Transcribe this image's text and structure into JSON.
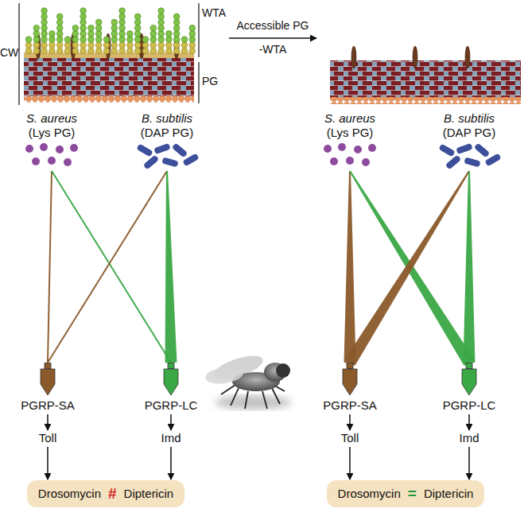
{
  "diagram": {
    "nodes": [
      {
        "text": [
          "S. aureus",
          "(Lys PG)"
        ]
      },
      {
        "text": [
          "B. subtilis",
          "(DAP PG)"
        ]
      },
      {
        "text": [
          "S. aureus",
          "(Lys PG)"
        ]
      },
      {
        "text": [
          "B. subtilis",
          "(DAP PG)"
        ]
      },
      {
        "text": [
          "PGRP-SA"
        ]
      },
      {
        "text": [
          "PGRP-LC"
        ]
      },
      {
        "text": [
          "PGRP-SA"
        ]
      },
      {
        "text": [
          "PGRP-LC"
        ]
      },
      {
        "text": [
          "Toll"
        ]
      },
      {
        "text": [
          "Imd"
        ]
      },
      {
        "text": [
          "Toll"
        ]
      },
      {
        "text": [
          "Imd"
        ]
      },
      {
        "text": [
          "Drosomycin",
          "#",
          "Diptericin"
        ]
      },
      {
        "text": [
          "Drosomycin",
          "=",
          "Diptericin"
        ]
      }
    ],
    "edges": [
      {
        "from": 0,
        "to": 4,
        "arrow": "none"
      },
      {
        "from": 0,
        "to": 5,
        "arrow": "none"
      },
      {
        "from": 1,
        "to": 4,
        "arrow": "none"
      },
      {
        "from": 1,
        "to": 5,
        "arrow": "none"
      },
      {
        "from": 2,
        "to": 6,
        "arrow": "none"
      },
      {
        "from": 2,
        "to": 7,
        "arrow": "none"
      },
      {
        "from": 3,
        "to": 6,
        "arrow": "none"
      },
      {
        "from": 3,
        "to": 7,
        "arrow": "none"
      },
      {
        "from": 4,
        "to": 8,
        "arrow": "to"
      },
      {
        "from": 5,
        "to": 9,
        "arrow": "to"
      },
      {
        "from": 6,
        "to": 10,
        "arrow": "to"
      },
      {
        "from": 7,
        "to": 11,
        "arrow": "to"
      },
      {
        "from": 8,
        "to": 12,
        "arrow": "to"
      },
      {
        "from": 9,
        "to": 12,
        "arrow": "to"
      },
      {
        "from": 10,
        "to": 13,
        "arrow": "to"
      },
      {
        "from": 11,
        "to": 13,
        "arrow": "to"
      }
    ],
    "labels": [
      "WTA",
      "CW",
      "PG",
      "Accessible PG",
      "-WTA"
    ]
  }
}
